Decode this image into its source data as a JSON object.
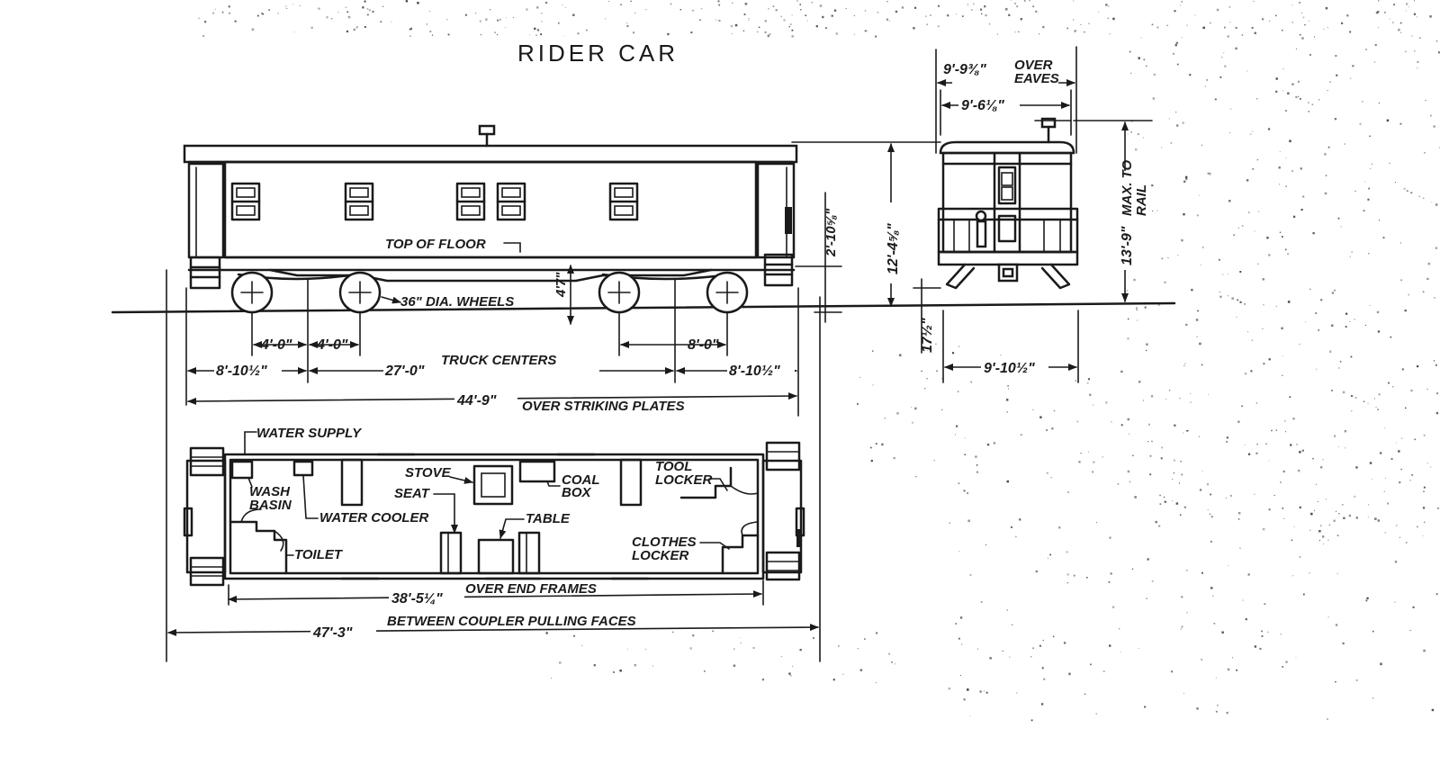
{
  "title": "RIDER CAR",
  "side_view": {
    "floor_label": "TOP OF FLOOR",
    "wheels_label": "36\" DIA. WHEELS",
    "height_floor": "2'-10⅝\"",
    "dim_47": "4'7\"",
    "axle_left_a": "4'-0\"",
    "axle_left_b": "4'-0\"",
    "axle_right": "8'-0\"",
    "end_left": "8'-10½\"",
    "truck_centers_value": "27'-0\"",
    "truck_centers_label": "TRUCK CENTERS",
    "end_right": "8'-10½\"",
    "striking_value": "44'-9\"",
    "striking_label": "OVER STRIKING PLATES"
  },
  "end_view": {
    "eaves_value": "9'-9⅜\"",
    "eaves_label_1": "OVER",
    "eaves_label_2": "EAVES",
    "width_upper": "9'-6⅛\"",
    "height_total": "12'-4⅝\"",
    "max_value": "13'-9\"",
    "max_label_1": "MAX. TO",
    "max_label_2": "RAIL",
    "rail_dim": "17½\"",
    "width_lower": "9'-10½\""
  },
  "plan_view": {
    "water_supply": "WATER SUPPLY",
    "wash_basin_1": "WASH",
    "wash_basin_2": "BASIN",
    "water_cooler": "WATER COOLER",
    "stove": "STOVE",
    "seat": "SEAT",
    "coal_box_1": "COAL",
    "coal_box_2": "BOX",
    "tool_locker_1": "TOOL",
    "tool_locker_2": "LOCKER",
    "table": "TABLE",
    "clothes_locker_1": "CLOTHES",
    "clothes_locker_2": "LOCKER",
    "toilet": "TOILET",
    "end_frames_value": "38'-5¼\"",
    "end_frames_label": "OVER END FRAMES",
    "coupler_value": "47'-3\"",
    "coupler_label": "BETWEEN COUPLER PULLING FACES"
  }
}
